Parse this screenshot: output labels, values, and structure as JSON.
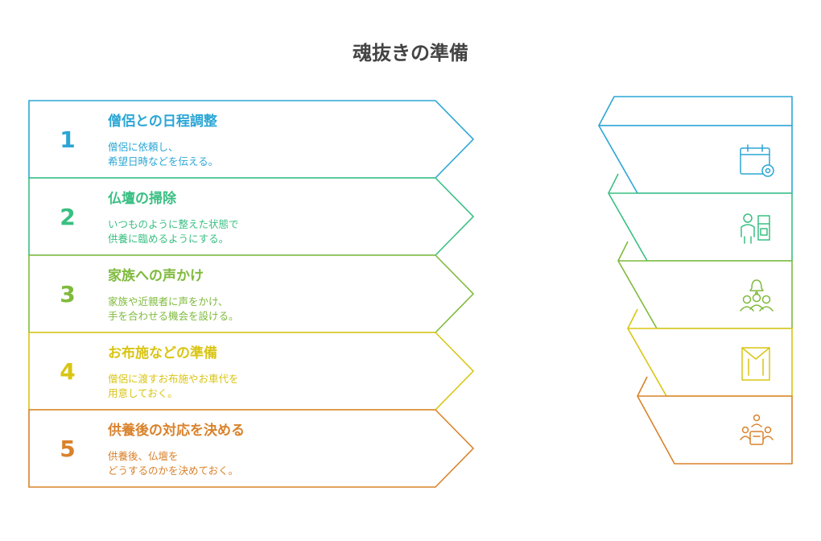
{
  "title": "魂抜きの準備",
  "colors": {
    "title": "#444444",
    "steps": [
      "#2BA6D5",
      "#39BF82",
      "#7FBA3C",
      "#D9C514",
      "#D9822B"
    ]
  },
  "steps": [
    {
      "number": "1",
      "heading": "僧侶との日程調整",
      "lines": [
        "僧侶に依頼し、",
        "希望日時などを伝える。"
      ],
      "icon": "calendar-gear-icon"
    },
    {
      "number": "2",
      "heading": "仏壇の掃除",
      "lines": [
        "いつものように整えた状態で",
        "供養に臨めるようにする。"
      ],
      "icon": "person-cleaning-altar-icon"
    },
    {
      "number": "3",
      "heading": "家族への声かけ",
      "lines": [
        "家族や近親者に声をかけ、",
        "手を合わせる機会を設ける。"
      ],
      "icon": "family-bell-icon"
    },
    {
      "number": "4",
      "heading": "お布施などの準備",
      "lines": [
        "僧侶に渡すお布施やお車代を",
        "用意しておく。"
      ],
      "icon": "envelope-icon"
    },
    {
      "number": "5",
      "heading": "供養後の対応を決める",
      "lines": [
        "供養後、仏壇を",
        "どうするのかを決めておく。"
      ],
      "icon": "meeting-table-icon"
    }
  ]
}
